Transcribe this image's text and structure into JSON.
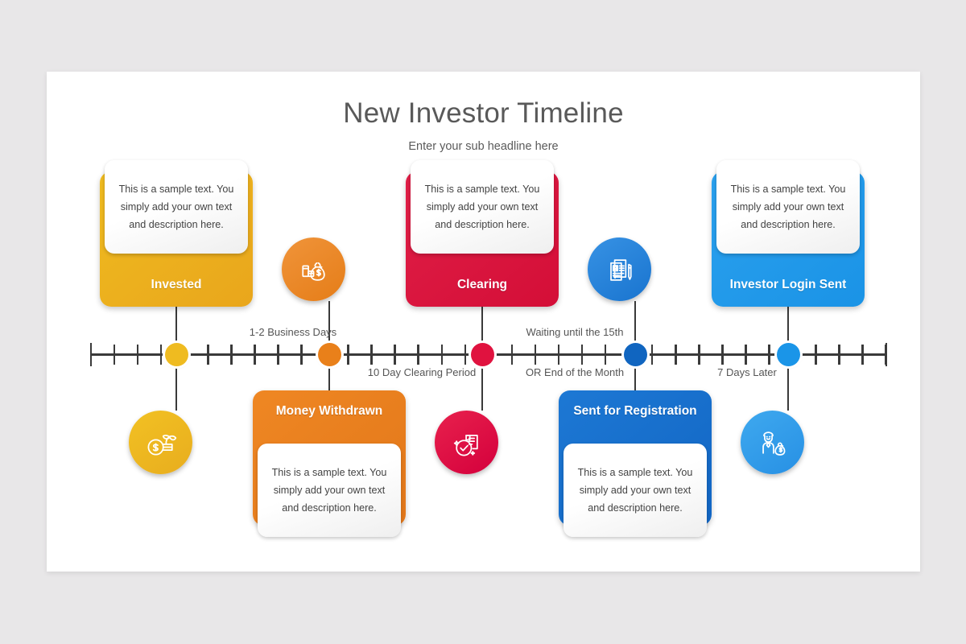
{
  "slide": {
    "title": "New Investor Timeline",
    "subtitle": "Enter your sub headline here",
    "background_color": "#e8e7e8",
    "surface_color": "#ffffff",
    "axis_color": "#3a3a3a"
  },
  "sample_text": "This is a sample text. You simply add your own text and description here.",
  "intervals": [
    {
      "label": "1-2 Business Days",
      "position": "above"
    },
    {
      "label": "10 Day Clearing Period",
      "position": "below"
    },
    {
      "label": "Waiting until the 15th",
      "position": "above"
    },
    {
      "label": "OR End of the Month",
      "position": "below"
    },
    {
      "label": "7 Days Later",
      "position": "below"
    }
  ],
  "steps": [
    {
      "id": "invested",
      "label": "Invested",
      "body": "This is a sample text. You simply add your own text and description here.",
      "color": "#efbb20",
      "color_dark": "#e9a61c",
      "side": "top",
      "icon": "coins-plant-growth-icon",
      "icon_color": "#f2c123",
      "icon_color_dark": "#e8ad1e",
      "icon_side": "bottom"
    },
    {
      "id": "money-withdrawn",
      "label": "Money Withdrawn",
      "body": "This is a sample text. You simply add your own text and description here.",
      "color": "#ef8723",
      "color_dark": "#e2771a",
      "side": "bottom",
      "icon": "money-bag-coins-icon",
      "icon_color": "#f0943a",
      "icon_color_dark": "#e57d18",
      "icon_side": "top"
    },
    {
      "id": "clearing",
      "label": "Clearing",
      "body": "This is a sample text. You simply add your own text and description here.",
      "color": "#e01f47",
      "color_dark": "#d40e37",
      "side": "top",
      "icon": "document-check-icon",
      "icon_color": "#e8214d",
      "icon_color_dark": "#d4003c",
      "icon_side": "bottom"
    },
    {
      "id": "sent-for-registration",
      "label": "Sent for Registration",
      "body": "This is a sample text. You simply add your own text and description here.",
      "color": "#1d78d4",
      "color_dark": "#1266c4",
      "side": "bottom",
      "icon": "registration-documents-pen-icon",
      "icon_color": "#3792e4",
      "icon_color_dark": "#1974cf",
      "icon_side": "top"
    },
    {
      "id": "investor-login-sent",
      "label": "Investor Login Sent",
      "body": "This is a sample text. You simply add your own text and description here.",
      "color": "#2ba1ee",
      "color_dark": "#1a93e6",
      "side": "top",
      "icon": "investor-money-bag-icon",
      "icon_color": "#3fa9ef",
      "icon_color_dark": "#2790e4",
      "icon_side": "bottom"
    }
  ],
  "dots": [
    {
      "id": "dot-invested",
      "color": "#efbb20"
    },
    {
      "id": "dot-money-withdrawn",
      "color": "#e9801a"
    },
    {
      "id": "dot-clearing",
      "color": "#e0123f"
    },
    {
      "id": "dot-sent-for-registration",
      "color": "#1065c0"
    },
    {
      "id": "dot-investor-login-sent",
      "color": "#1a95e8"
    }
  ]
}
